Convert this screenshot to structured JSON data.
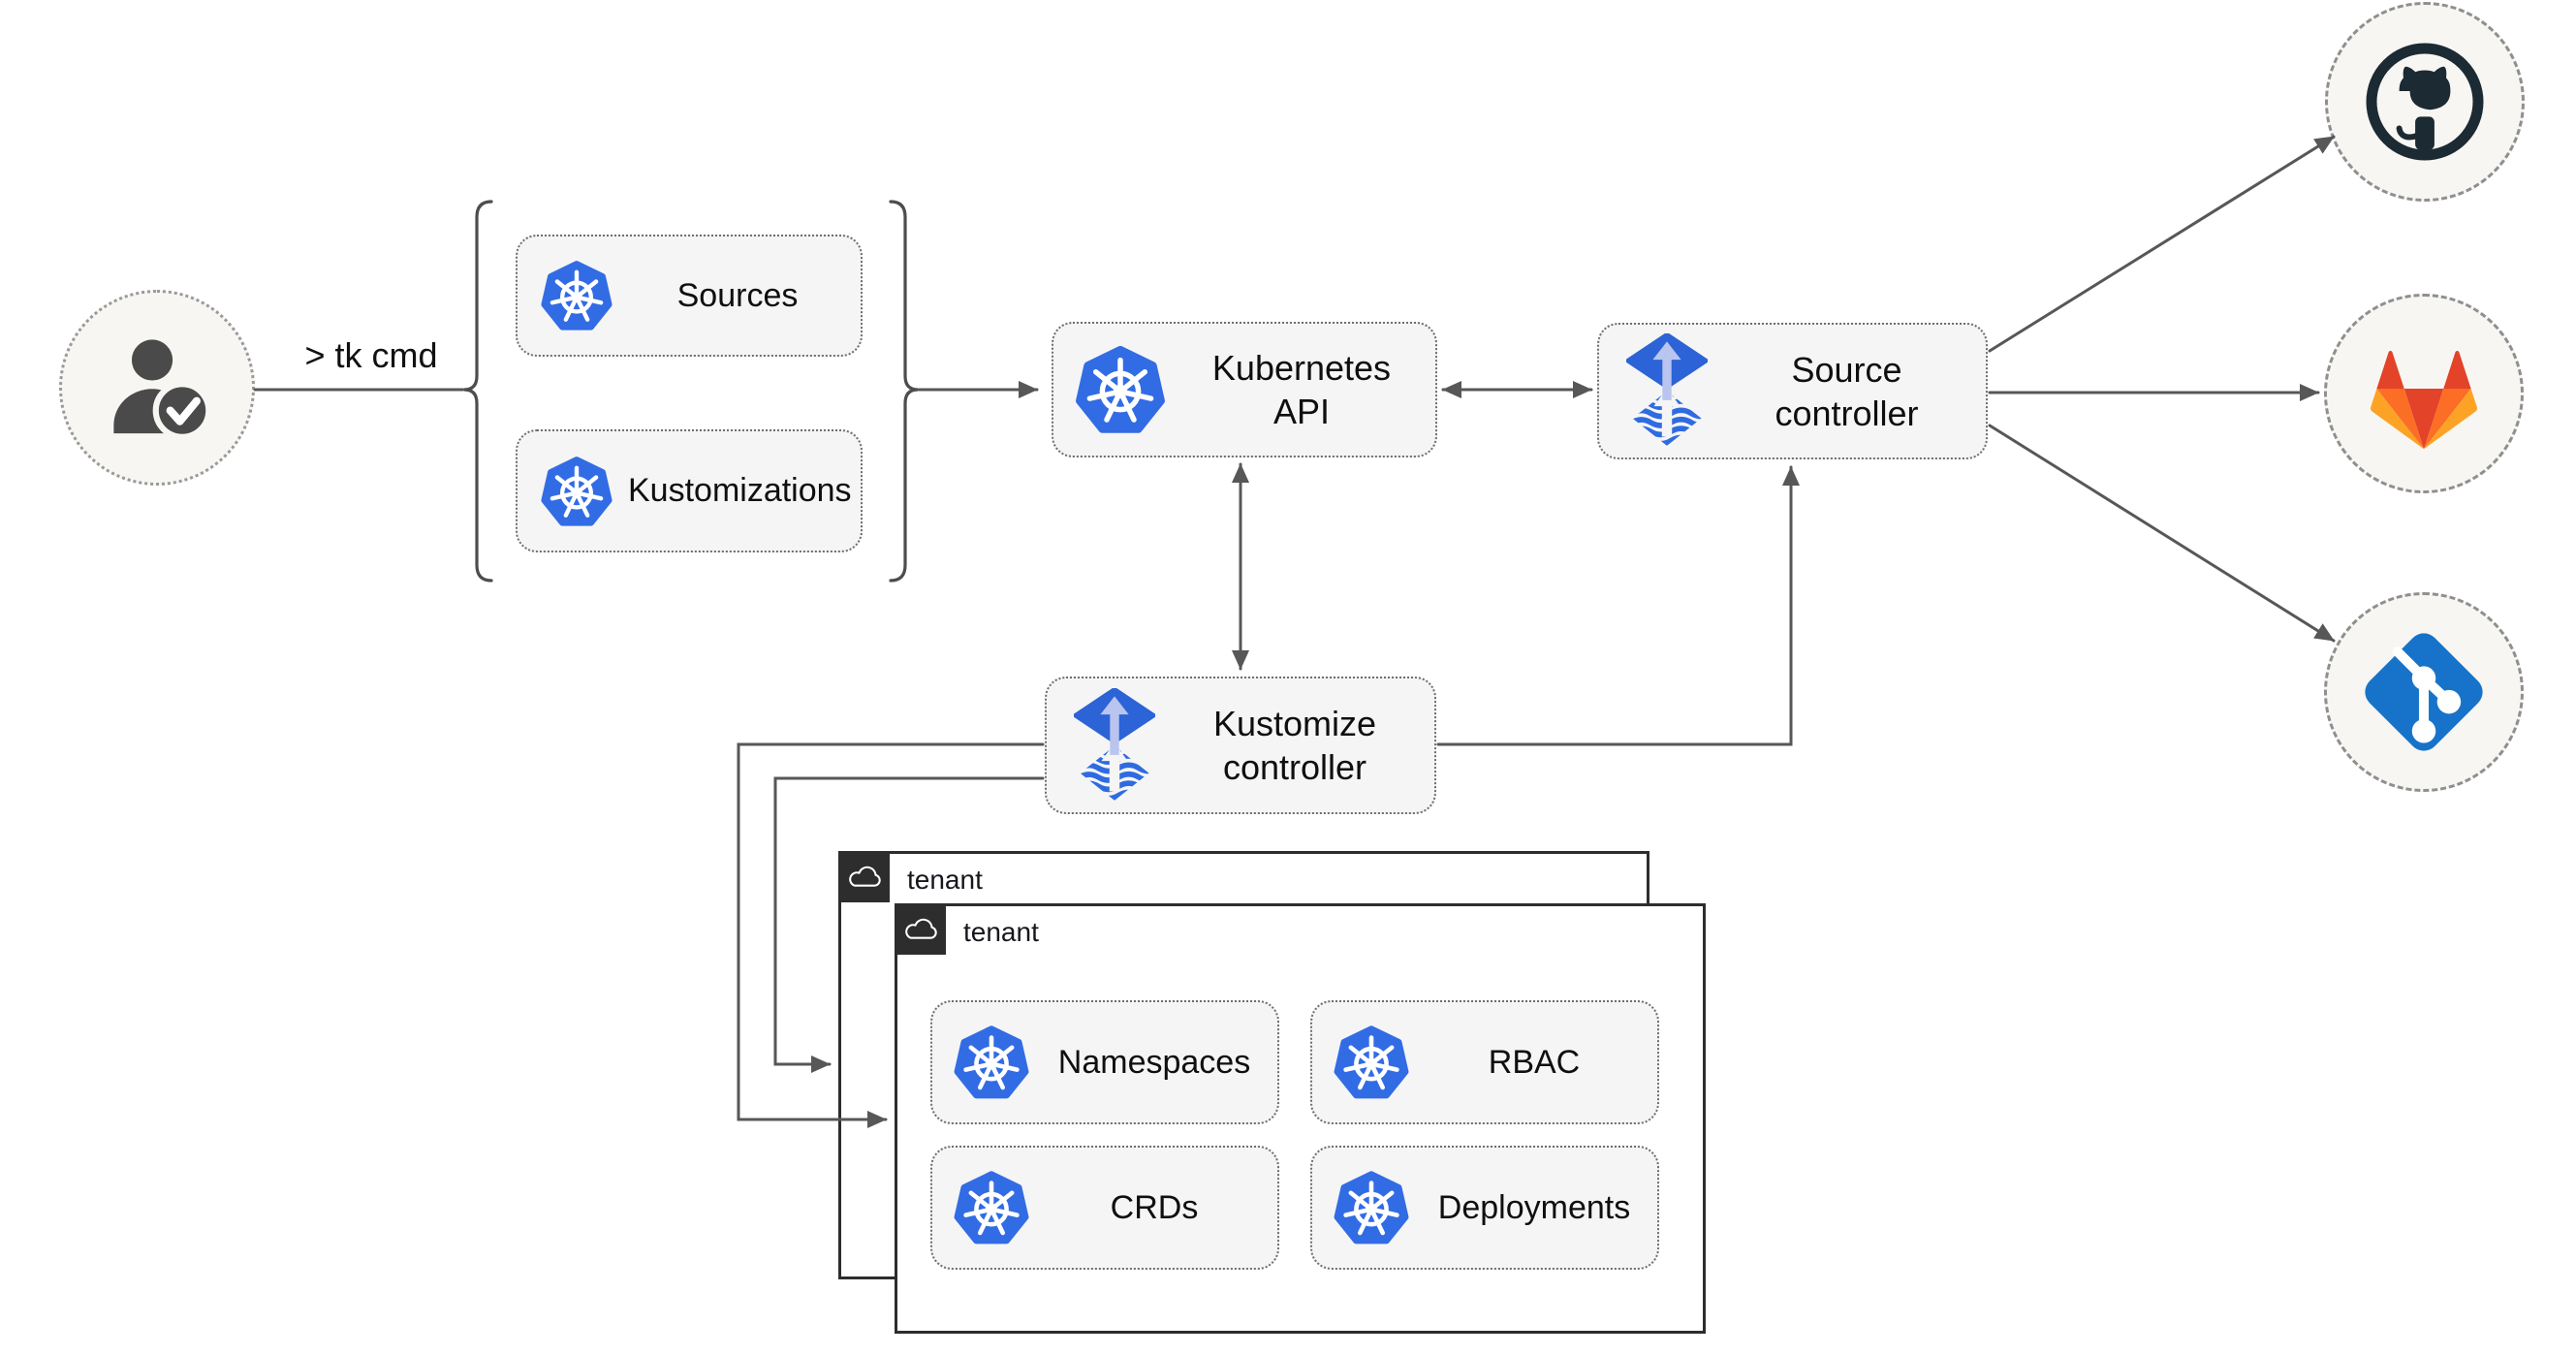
{
  "user": {
    "icon": "user-check-icon",
    "command": "> tk cmd"
  },
  "cli_group": {
    "items": [
      {
        "icon": "kubernetes-icon",
        "label": "Sources"
      },
      {
        "icon": "kubernetes-icon",
        "label": "Kustomizations"
      }
    ]
  },
  "cluster": {
    "kubernetes_api": {
      "icon": "kubernetes-icon",
      "label": "Kubernetes API"
    },
    "source_controller": {
      "icon": "flux-icon",
      "label": "Source controller"
    },
    "kustomize_controller": {
      "icon": "flux-icon",
      "label": "Kustomize controller"
    }
  },
  "tenants": {
    "back": {
      "icon": "cloud-icon",
      "label": "tenant"
    },
    "front": {
      "icon": "cloud-icon",
      "label": "tenant",
      "resources": [
        {
          "icon": "kubernetes-icon",
          "label": "Namespaces"
        },
        {
          "icon": "kubernetes-icon",
          "label": "RBAC"
        },
        {
          "icon": "kubernetes-icon",
          "label": "CRDs"
        },
        {
          "icon": "kubernetes-icon",
          "label": "Deployments"
        }
      ]
    }
  },
  "git_providers": [
    {
      "icon": "github-icon"
    },
    {
      "icon": "gitlab-icon"
    },
    {
      "icon": "git-icon"
    }
  ],
  "colors": {
    "kubernetes_blue": "#326CE5",
    "flux_blue": "#2C63D6",
    "flux_light_arrow": "#B9C5EF",
    "git_blue": "#1673C9",
    "github_dark": "#1B2A33",
    "gitlab_red": "#E24329",
    "gitlab_orange": "#FC6D26",
    "gitlab_amber": "#FCA326",
    "arrow_gray": "#575757",
    "node_fill": "#F5F5F5",
    "circle_fill": "#F8F6F2",
    "tenant_border": "#2D2D2D"
  }
}
